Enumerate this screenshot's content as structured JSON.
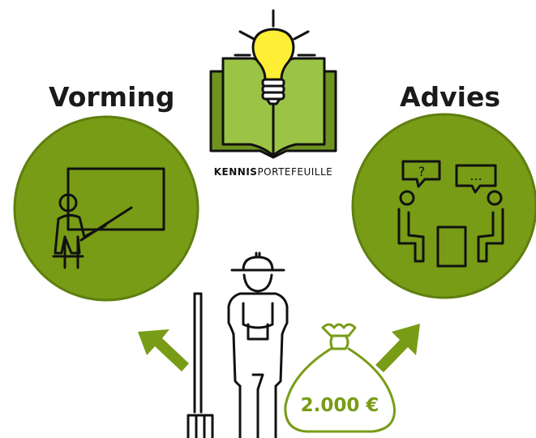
{
  "diagram": {
    "left_heading": "Vorming",
    "right_heading": "Advies",
    "brand": {
      "bold": "KENNIS",
      "regular": "PORTEFEUILLE"
    },
    "money_bag_label": "2.000 €",
    "speech_bubble_left": "?",
    "speech_bubble_right": "..."
  },
  "colors": {
    "circle_fill": "#789c16",
    "circle_stroke": "#5f7f10",
    "arrow": "#789c16",
    "book_fill": "#9bc446",
    "book_cover": "#6f9321",
    "bulb": "#ffee36",
    "money_bag_stroke": "#789c16",
    "line": "#111111"
  },
  "icons": [
    "lightbulb-icon",
    "open-book-icon",
    "teacher-whiteboard-icon",
    "meeting-table-icon",
    "farmer-icon",
    "pitchfork-icon",
    "money-bag-icon",
    "arrow-up-left-icon",
    "arrow-up-right-icon"
  ]
}
